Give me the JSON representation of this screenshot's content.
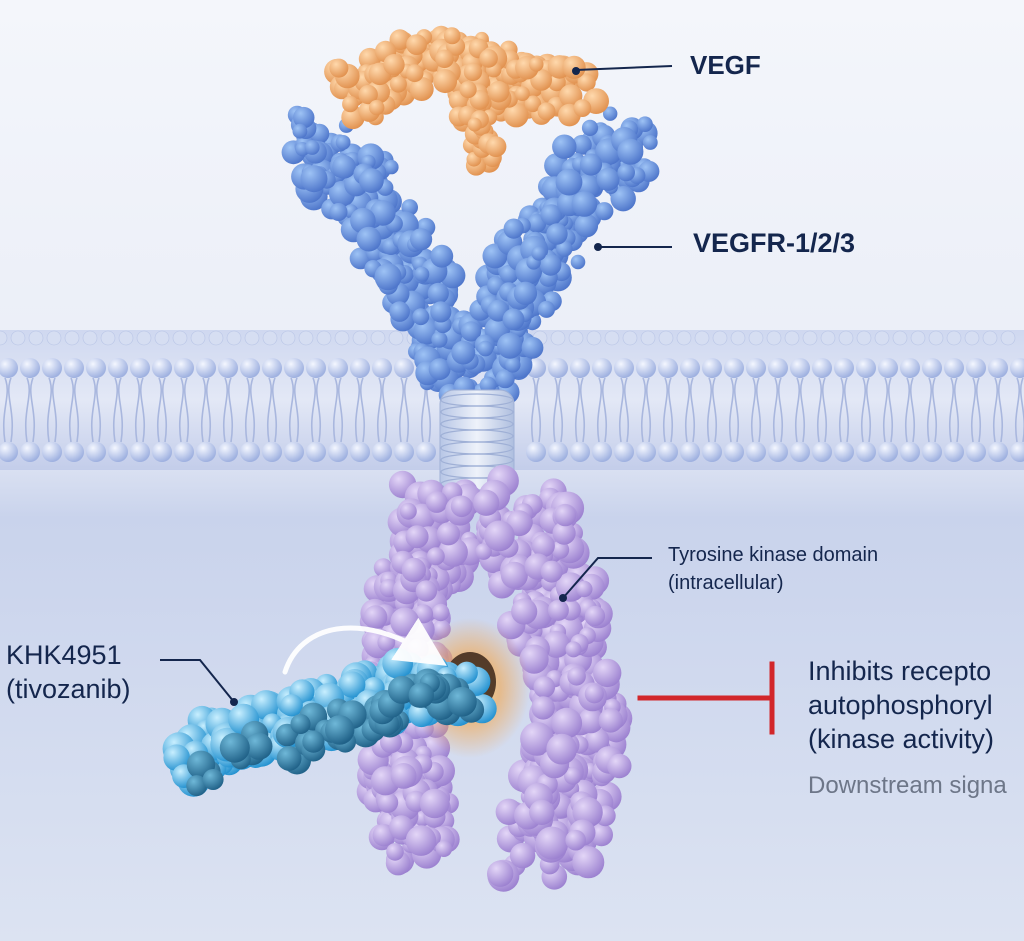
{
  "labels": {
    "ligand": "VEGF",
    "receptor": "VEGFR-1/2/3",
    "kinase_domain_line1": "Tyrosine kinase domain",
    "kinase_domain_line2": "(intracellular)",
    "drug_line1": "KHK4951",
    "drug_line2": "(tivozanib)",
    "effect_line1": "Inhibits recepto",
    "effect_line2": "autophosphoryl",
    "effect_line3": "(kinase activity)",
    "effect_note": "Downstream signa"
  },
  "colors": {
    "ligand": "#f0a868",
    "receptor_extracellular": "#5f86d6",
    "receptor_intracellular": "#a98fd8",
    "drug": "#3aa6dc",
    "membrane": "#b9c7ea",
    "label_text": "#14264d",
    "inhibition_marker": "#d2262a",
    "note_text": "#6d7688"
  }
}
